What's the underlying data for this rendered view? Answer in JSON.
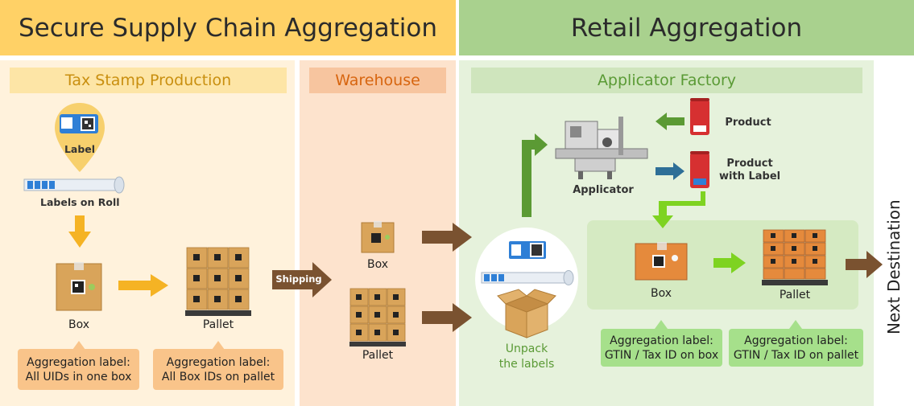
{
  "banners": {
    "left": "Secure Supply Chain Aggregation",
    "right": "Retail Aggregation"
  },
  "sections": {
    "tax_stamp": "Tax Stamp Production",
    "warehouse": "Warehouse",
    "applicator_factory": "Applicator Factory"
  },
  "tax_stamp": {
    "label_pin": "Label",
    "labels_on_roll": "Labels on Roll",
    "box": "Box",
    "pallet": "Pallet",
    "note_box": [
      "Aggregation label:",
      "All UIDs in one box"
    ],
    "note_pallet": [
      "Aggregation label:",
      "All Box IDs on pallet"
    ]
  },
  "shipping": "Shipping",
  "warehouse": {
    "box": "Box",
    "pallet": "Pallet"
  },
  "factory": {
    "unpack": [
      "Unpack",
      "the labels"
    ],
    "applicator": "Applicator",
    "product": "Product",
    "product_with_label": [
      "Product",
      "with Label"
    ],
    "box": "Box",
    "pallet": "Pallet",
    "note_box": [
      "Aggregation label:",
      "GTIN / Tax ID on box"
    ],
    "note_pallet": [
      "Aggregation label:",
      "GTIN / Tax ID on pallet"
    ]
  },
  "next_destination": "Next Destination",
  "colors": {
    "banner_left": "#ffd166",
    "banner_right": "#a9d18e",
    "panel_orange": "#fff2dc",
    "panel_warehouse": "#fde3cd",
    "panel_green": "#e6f2dc",
    "header_orange_bg": "#fde5a6",
    "header_orange_text": "#c98f0f",
    "header_warehouse_bg": "#f7c59f",
    "header_warehouse_text": "#d7650f",
    "header_green_bg": "#cfe5bd",
    "header_green_text": "#5a9a35",
    "arrow_brown": "#7a5230",
    "arrow_orange": "#f5b324",
    "arrow_green": "#5b9a34",
    "arrow_lightgreen": "#7ed321",
    "arrow_blue": "#2e6f97",
    "note_orange": "#f9c48a",
    "note_green": "#a6e08b"
  },
  "icons": [
    "label-pin-icon",
    "label-roll-icon",
    "box-icon",
    "pallet-icon",
    "applicator-machine-icon",
    "product-can-icon",
    "open-box-icon"
  ]
}
